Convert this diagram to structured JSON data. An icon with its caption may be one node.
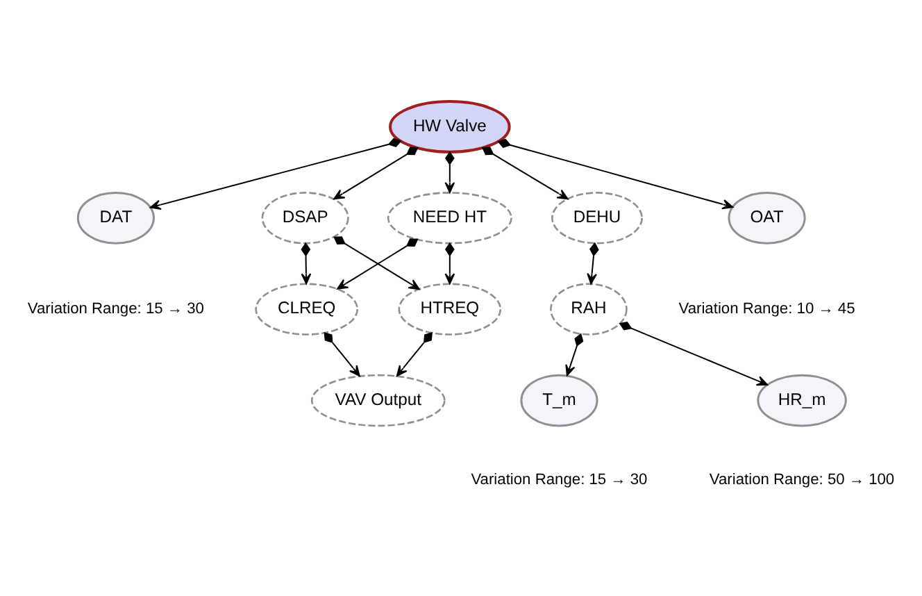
{
  "diagram": {
    "nodes": [
      {
        "text": [
          "HW Valve"
        ]
      },
      {
        "text": [
          "DAT"
        ],
        "beside": [
          "Variation Range: 15 → 30"
        ]
      },
      {
        "text": [
          "OAT"
        ],
        "beside": [
          "Variation Range: 10 → 45"
        ]
      },
      {
        "text": [
          "DSAP"
        ]
      },
      {
        "text": [
          "NEED HT"
        ]
      },
      {
        "text": [
          "DEHU"
        ]
      },
      {
        "text": [
          "CLREQ"
        ]
      },
      {
        "text": [
          "HTREQ"
        ]
      },
      {
        "text": [
          "RAH"
        ]
      },
      {
        "text": [
          "VAV Output"
        ]
      },
      {
        "text": [
          "T_m"
        ],
        "beside": [
          "Variation Range: 15 → 30"
        ]
      },
      {
        "text": [
          "HR_m"
        ],
        "beside": [
          "Variation Range: 50 → 100"
        ]
      }
    ],
    "edges": [
      {
        "from": 0,
        "to": 1,
        "arrow": "to"
      },
      {
        "from": 0,
        "to": 3,
        "arrow": "to"
      },
      {
        "from": 0,
        "to": 4,
        "arrow": "to"
      },
      {
        "from": 0,
        "to": 5,
        "arrow": "to"
      },
      {
        "from": 0,
        "to": 2,
        "arrow": "to"
      },
      {
        "from": 3,
        "to": 6,
        "arrow": "to"
      },
      {
        "from": 3,
        "to": 7,
        "arrow": "to"
      },
      {
        "from": 4,
        "to": 6,
        "arrow": "to"
      },
      {
        "from": 4,
        "to": 7,
        "arrow": "to"
      },
      {
        "from": 5,
        "to": 8,
        "arrow": "to"
      },
      {
        "from": 6,
        "to": 9,
        "arrow": "to"
      },
      {
        "from": 7,
        "to": 9,
        "arrow": "to"
      },
      {
        "from": 8,
        "to": 10,
        "arrow": "to"
      },
      {
        "from": 8,
        "to": 11,
        "arrow": "to"
      }
    ]
  }
}
